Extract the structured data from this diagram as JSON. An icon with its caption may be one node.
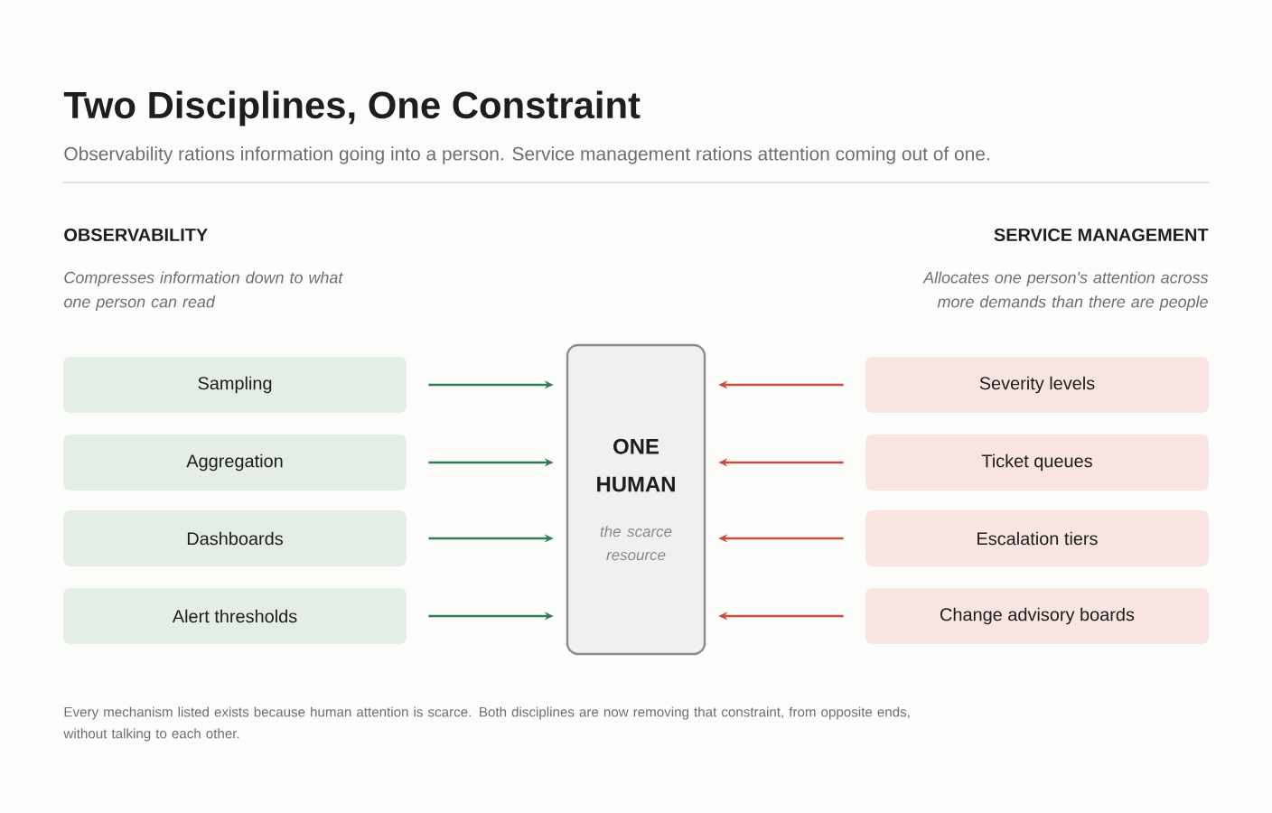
{
  "diagram": {
    "title": "Two Disciplines, One Constraint",
    "caption": "Every mechanism listed exists because human attention is scarce. Both disciplines are now removing that constraint, from opposite ends, without talking to each other.",
    "nodes": [
      {
        "text": [
          "ONE HUMAN",
          "the scarce resource"
        ]
      },
      {
        "text": [
          "Sampling"
        ]
      },
      {
        "text": [
          "Aggregation"
        ]
      },
      {
        "text": [
          "Dashboards"
        ]
      },
      {
        "text": [
          "Alert thresholds"
        ]
      },
      {
        "text": [
          "Severity levels"
        ]
      },
      {
        "text": [
          "Ticket queues"
        ]
      },
      {
        "text": [
          "Escalation tiers"
        ]
      },
      {
        "text": [
          "Change advisory boards"
        ]
      }
    ],
    "edges": [
      {
        "from": 1,
        "to": 0,
        "arrow": "to",
        "color": "#2e7d5b"
      },
      {
        "from": 2,
        "to": 0,
        "arrow": "to",
        "color": "#2e7d5b"
      },
      {
        "from": 3,
        "to": 0,
        "arrow": "to",
        "color": "#2e7d5b"
      },
      {
        "from": 4,
        "to": 0,
        "arrow": "to",
        "color": "#2e7d5b"
      },
      {
        "from": 5,
        "to": 0,
        "arrow": "to",
        "color": "#c8503a"
      },
      {
        "from": 6,
        "to": 0,
        "arrow": "to",
        "color": "#c8503a"
      },
      {
        "from": 7,
        "to": 0,
        "arrow": "to",
        "color": "#c8503a"
      },
      {
        "from": 8,
        "to": 0,
        "arrow": "to",
        "color": "#c8503a"
      }
    ],
    "labels": [
      "Observability rations information going into a person. Service management rations attention coming out of one.",
      "OBSERVABILITY",
      "SERVICE MANAGEMENT",
      "Compresses information down to what one person can read",
      "Allocates one person's attention across more demands than there are people"
    ]
  }
}
